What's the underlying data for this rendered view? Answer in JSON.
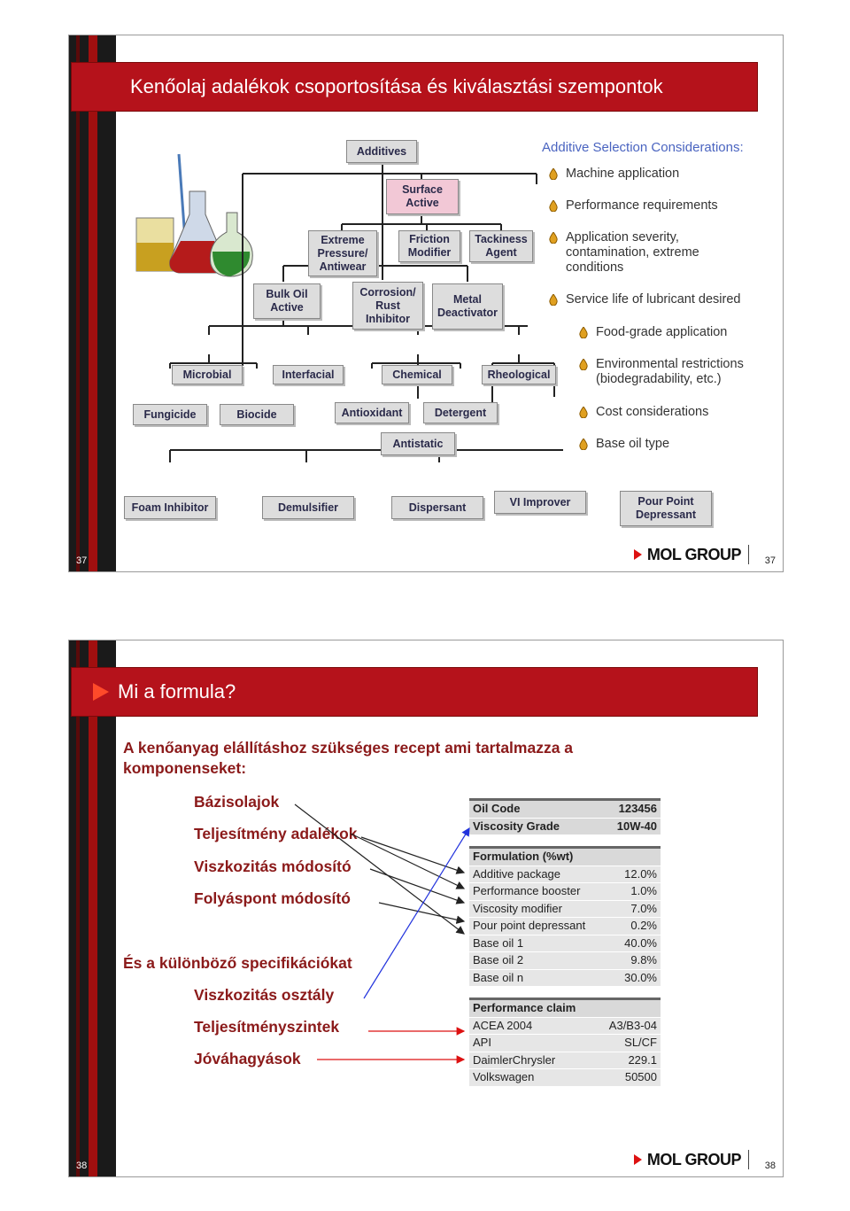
{
  "slide1": {
    "title": "Kenőolaj adalékok csoportosítása és kiválasztási szempontok",
    "page_number": "37",
    "logo": "MOL GROUP",
    "diagram": {
      "additives": "Additives",
      "surface_active": "Surface\nActive",
      "extreme_pressure": "Extreme\nPressure/\nAntiwear",
      "friction_modifier": "Friction\nModifier",
      "tackiness_agent": "Tackiness\nAgent",
      "bulk_oil_active": "Bulk Oil\nActive",
      "corrosion_rust": "Corrosion/\nRust\nInhibitor",
      "metal_deactivator": "Metal\nDeactivator",
      "microbial": "Microbial",
      "interfacial": "Interfacial",
      "chemical": "Chemical",
      "rheological": "Rheological",
      "fungicide": "Fungicide",
      "biocide": "Biocide",
      "antioxidant": "Antioxidant",
      "detergent": "Detergent",
      "antistatic": "Antistatic",
      "foam_inhibitor": "Foam Inhibitor",
      "demulsifier": "Demulsifier",
      "dispersant": "Dispersant",
      "vi_improver": "VI Improver",
      "pour_point": "Pour Point\nDepressant"
    },
    "considerations_title": "Additive Selection Considerations:",
    "considerations": [
      "Machine application",
      "Performance requirements",
      "Application severity, contamination, extreme conditions",
      "Service life of lubricant desired",
      "Food-grade application",
      "Environmental restrictions (biodegradability, etc.)",
      "Cost considerations",
      "Base oil type"
    ]
  },
  "slide2": {
    "title": "Mi a formula?",
    "page_number": "38",
    "logo": "MOL GROUP",
    "intro": "A kenőanyag elállításhoz szükséges recept ami tartalmazza a komponenseket:",
    "components": [
      "Bázisolajok",
      "Teljesítmény adalékok",
      "Viszkozitás módosító",
      "Folyáspont módosító"
    ],
    "spec_intro": "És a különböző specifikációkat",
    "specs": [
      "Viszkozitás osztály",
      "Teljesítményszintek",
      "Jóváhagyások"
    ],
    "table": {
      "header1": [
        "Oil Code",
        "123456"
      ],
      "header1b": [
        "Viscosity Grade",
        "10W-40"
      ],
      "formulation_title": "Formulation (%wt)",
      "formulation": [
        [
          "Additive package",
          "12.0%"
        ],
        [
          "Performance booster",
          "1.0%"
        ],
        [
          "Viscosity modifier",
          "7.0%"
        ],
        [
          "Pour point depressant",
          "0.2%"
        ],
        [
          "Base oil 1",
          "40.0%"
        ],
        [
          "Base oil 2",
          "9.8%"
        ],
        [
          "Base oil n",
          "30.0%"
        ]
      ],
      "performance_title": "Performance claim",
      "performance": [
        [
          "ACEA 2004",
          "A3/B3-04"
        ],
        [
          "API",
          "SL/CF"
        ],
        [
          "DaimlerChrysler",
          "229.1"
        ],
        [
          "Volkswagen",
          "50500"
        ]
      ]
    }
  },
  "colors": {
    "title_bg": "#b5121b",
    "text_red": "#8b1a1a",
    "arrow_red": "#d11",
    "arrow_blue": "#2233dd"
  }
}
